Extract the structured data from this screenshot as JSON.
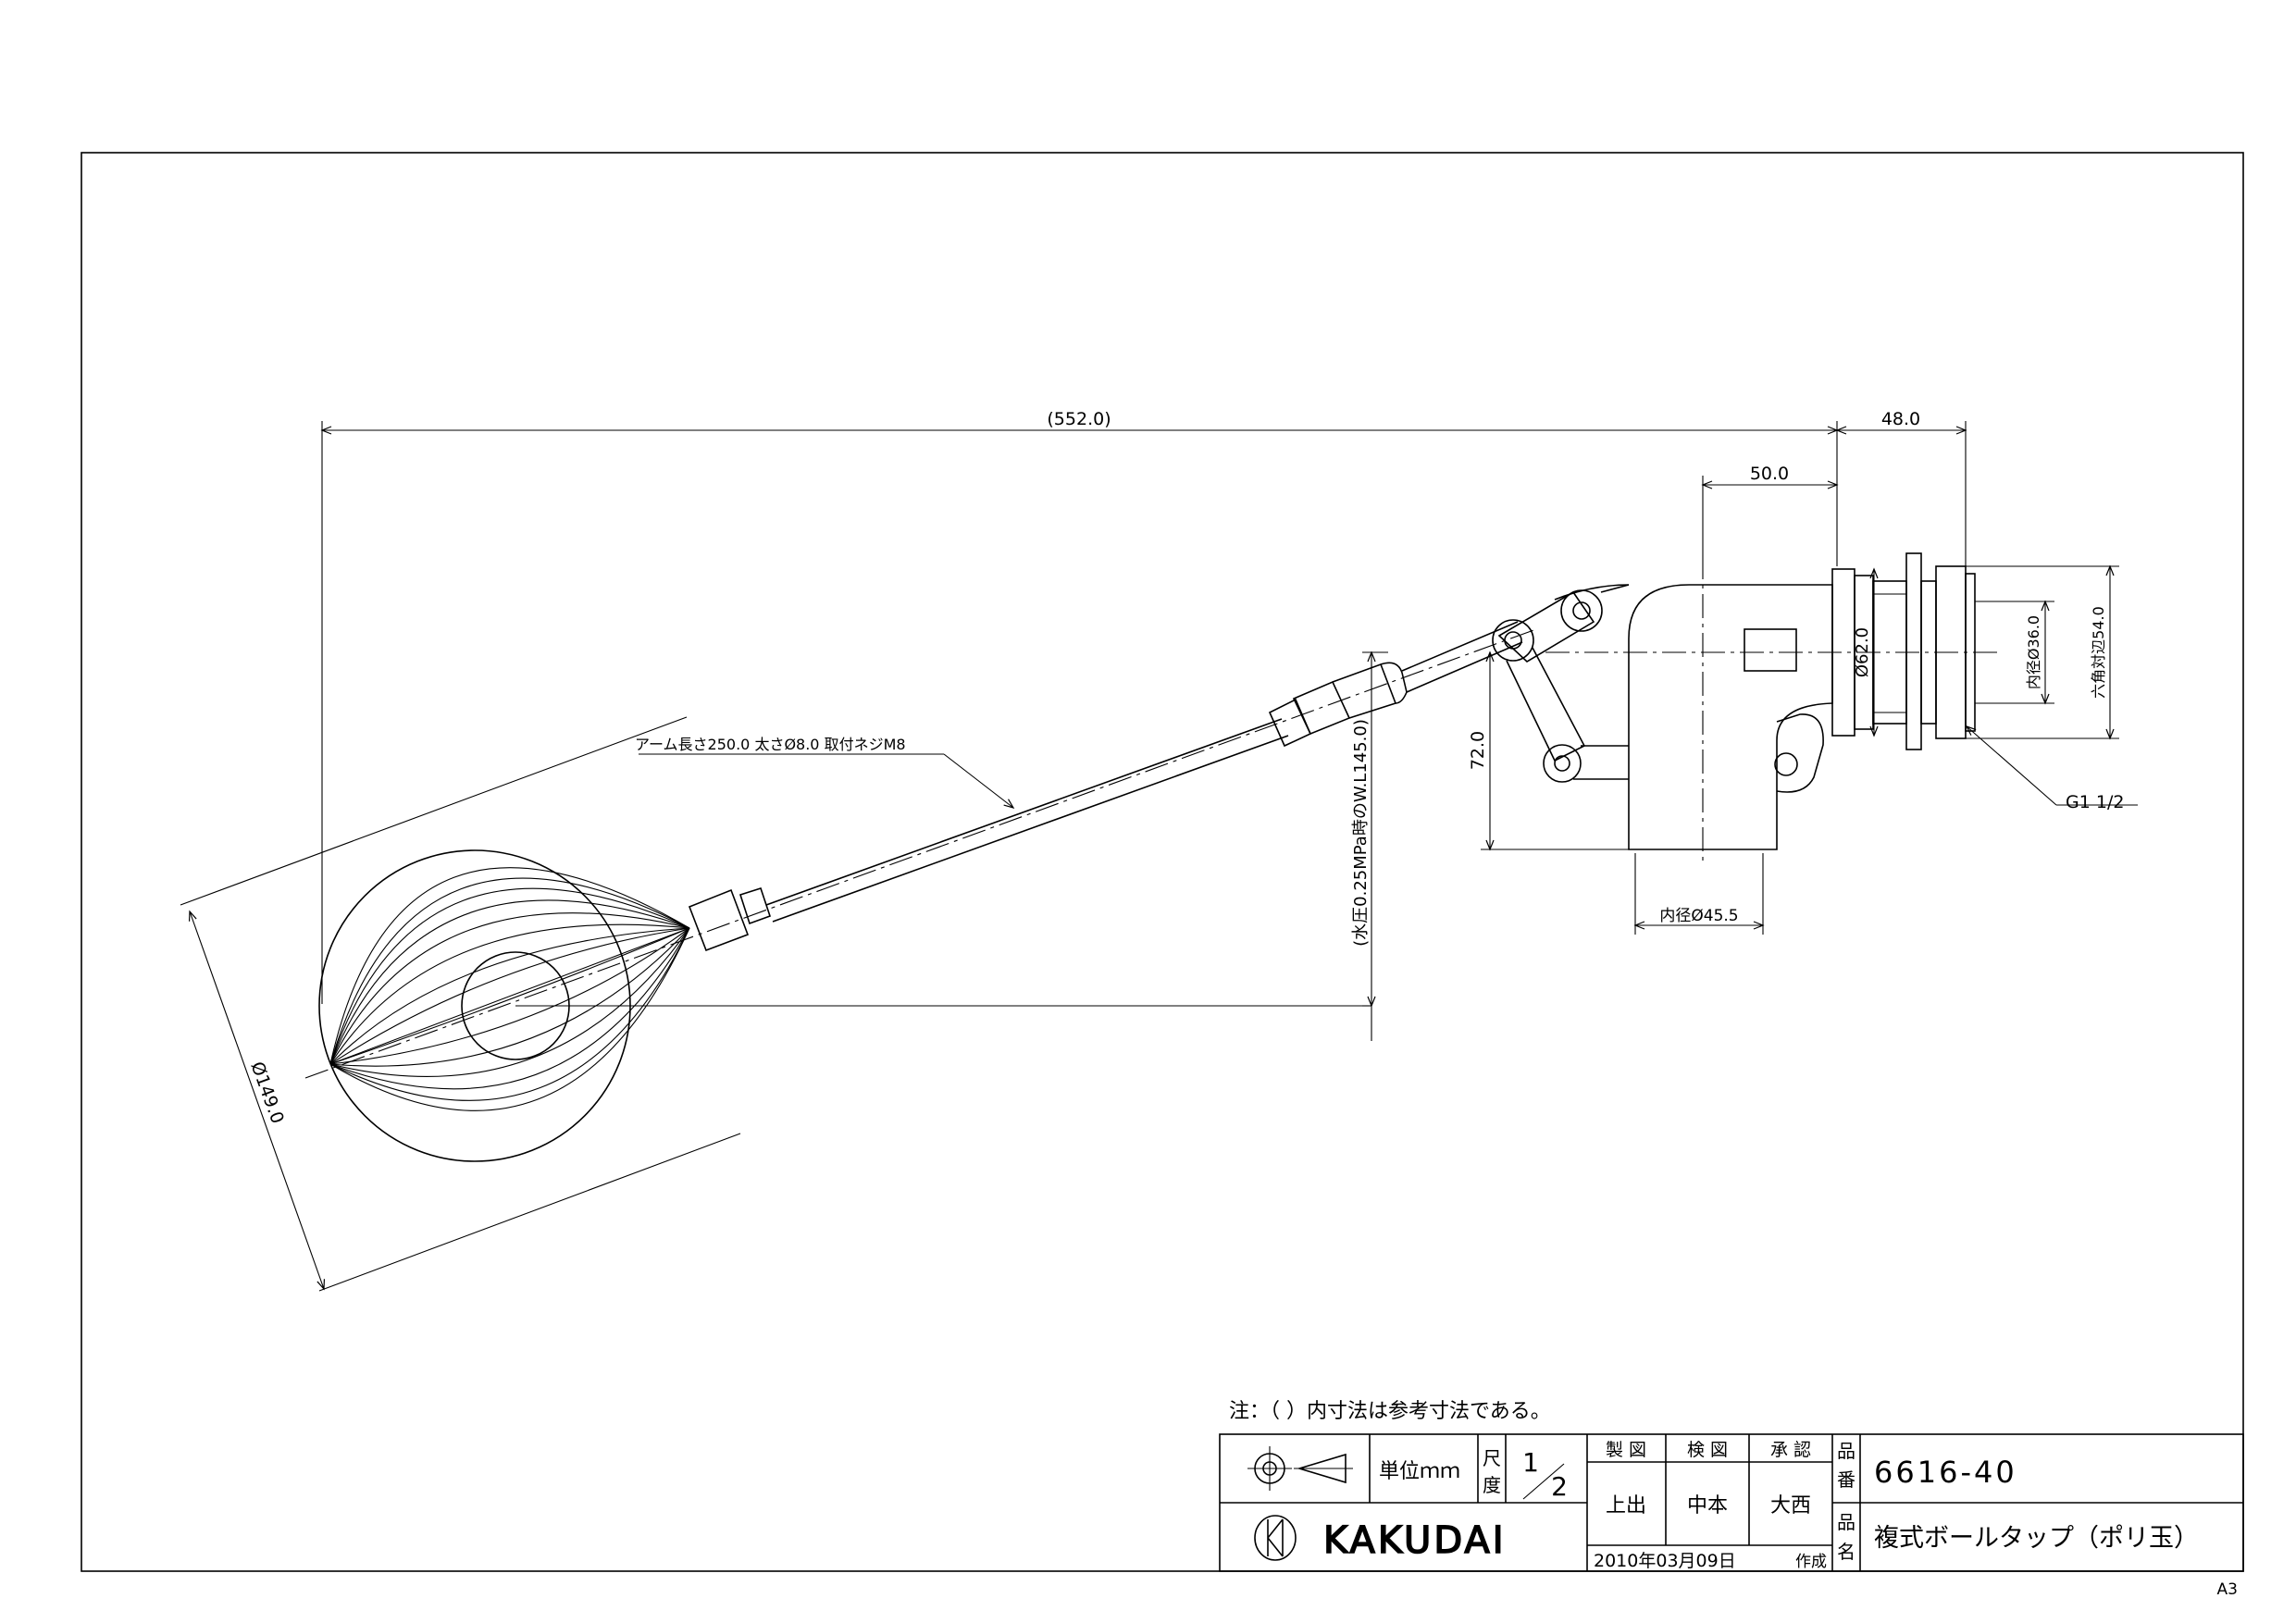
{
  "dimensions": {
    "overall": "(552.0)",
    "right_end": "48.0",
    "upper_offset": "50.0",
    "height": "72.0",
    "body_dia": "Ø62.0",
    "bore": "内径Ø36.0",
    "hex_flats": "六角対辺54.0",
    "thread": "G1 1/2",
    "outlet_bore": "内径Ø45.5",
    "float_dia": "Ø149.0",
    "water_level": "(水圧0.25MPa時のW.L145.0)",
    "arm_note": "アーム長さ250.0 太さØ8.0 取付ネジM8"
  },
  "notes": {
    "reference": "注：（ ）内寸法は参考寸法である。"
  },
  "title_block": {
    "unit_label": "単位ｍｍ",
    "scale_label_1": "尺",
    "scale_label_2": "度",
    "scale_num": "1",
    "scale_den": "2",
    "drawn_label": "製 図",
    "checked_label": "検 図",
    "approved_label": "承 認",
    "drawn_by": "上出",
    "checked_by": "中本",
    "approved_by": "大西",
    "date": "2010年03月09日",
    "created_label": "作成",
    "part_no_label_1": "品",
    "part_no_label_2": "番",
    "part_no": "6616-40",
    "name_label_1": "品",
    "name_label_2": "名",
    "product_name": "複式ボールタップ（ポリ玉）",
    "logo_text": "KAKUDAI",
    "sheet_size": "A3"
  }
}
